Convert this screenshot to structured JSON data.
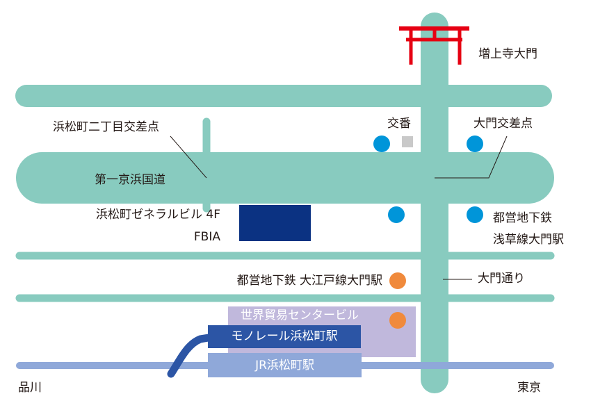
{
  "map": {
    "colors": {
      "road": "#88cbbf",
      "torii": "#e60012",
      "subway_oedo": "#f08a3c",
      "subway_asakusa": "#0095d9",
      "koban": "#c9c9c9",
      "fbia_building": "#0b3282",
      "wtc_building": "#c0b8dc",
      "monorail": "#2c55a5",
      "jr_line": "#8fa8d9",
      "text": "#231815"
    },
    "labels": {
      "zojoji_daimon": "増上寺大門",
      "hamamatsucho_2chome_intersection": "浜松町二丁目交差点",
      "koban": "交番",
      "daimon_intersection": "大門交差点",
      "daiichi_keihin": "第一京浜国道",
      "building_name": "浜松町ゼネラルビル 4F",
      "fbia": "FBIA",
      "asakusa_line_l1": "都営地下鉄",
      "asakusa_line_l2": "浅草線大門駅",
      "oedo_line": "都営地下鉄 大江戸線大門駅",
      "daimon_dori": "大門通り",
      "wtc": "世界貿易センタービル",
      "monorail": "モノレール浜松町駅",
      "jr": "JR浜松町駅",
      "shinagawa": "品川",
      "tokyo": "東京"
    }
  }
}
